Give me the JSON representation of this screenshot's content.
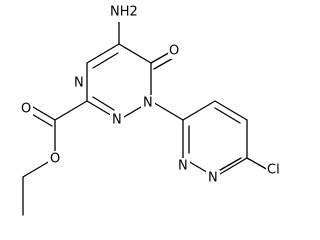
{
  "molecule": {
    "atoms": {
      "nh2": "NH2",
      "o_keto": "O",
      "o_carbonyl": "O",
      "o_ester": "O",
      "n_ring_top": "N",
      "n_ring_a": "N",
      "n_ring_b": "N",
      "n_pyr_a": "N",
      "n_pyr_b": "N",
      "cl": "Cl"
    }
  },
  "colors": {
    "bond": "#000000",
    "text": "#000000",
    "background": "#ffffff"
  }
}
